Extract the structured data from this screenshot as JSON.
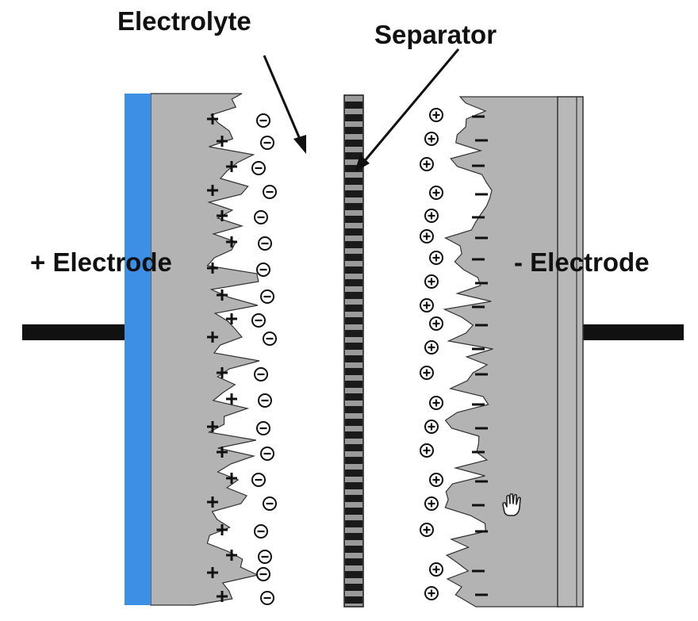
{
  "labels": {
    "electrolyte": "Electrolyte",
    "separator": "Separator",
    "positive_electrode": "+ Electrode",
    "negative_electrode": "- Electrode"
  },
  "colors": {
    "current_collector": "#3d8fe6",
    "electrode_fill": "#b3b3b3",
    "outline": "#333333",
    "lead": "#111111",
    "separator_dark": "#1a1a1a",
    "separator_light": "#9a9a9a"
  },
  "icons": [
    "hand-cursor-icon"
  ]
}
